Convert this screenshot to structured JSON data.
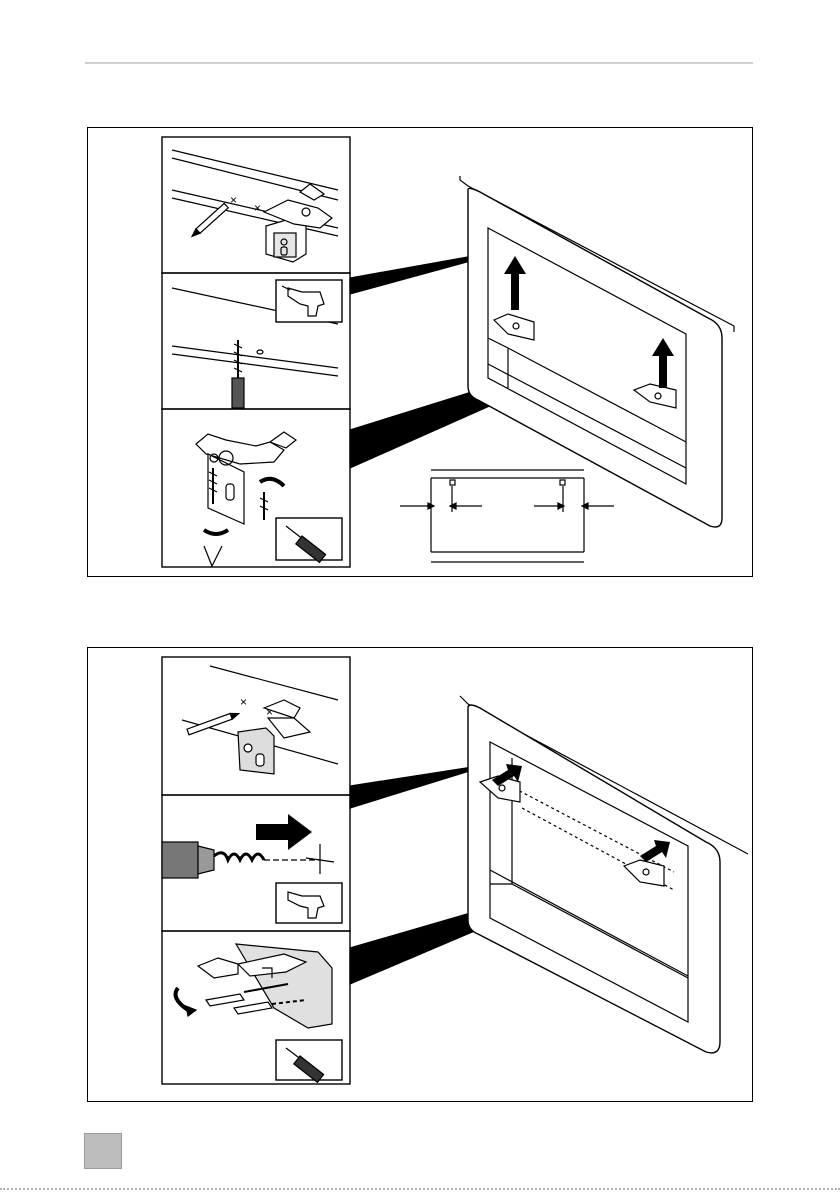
{
  "page": {
    "figures": [
      {
        "steps": [
          "mark",
          "drill",
          "screw"
        ],
        "arrow_direction": "up"
      },
      {
        "steps": [
          "mark",
          "drill",
          "screw"
        ],
        "arrow_direction": "right"
      }
    ]
  },
  "icons": [
    "drill-icon",
    "screwdriver-icon",
    "pencil-icon",
    "mounting-bracket-icon",
    "arrow-icon"
  ],
  "colors": {
    "ink": "#000000",
    "tab": "#bdbdbd",
    "rule": "#cfcfcf"
  }
}
